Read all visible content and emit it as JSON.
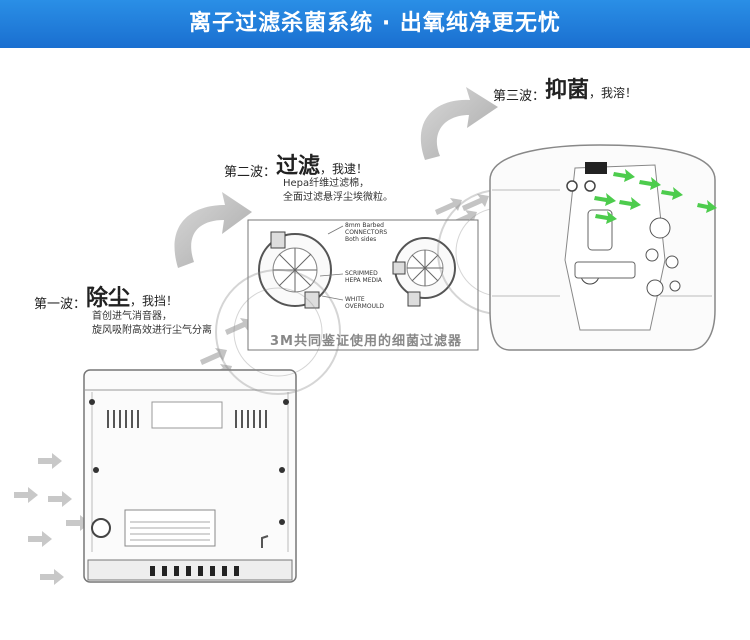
{
  "banner": {
    "title": "离子过滤杀菌系统 · 出氧纯净更无忧"
  },
  "waves": [
    {
      "label": "第一波：",
      "action": "除尘",
      "tail": "，我挡！",
      "desc": [
        "首创进气消音器，",
        "旋风吸附高效进行尘气分离"
      ]
    },
    {
      "label": "第二波：",
      "action": "过滤",
      "tail": "，我逮！",
      "desc": [
        "Hepa纤维过滤棉，",
        "全面过滤悬浮尘埃微粒。"
      ]
    },
    {
      "label": "第三波：",
      "action": "抑菌",
      "tail": "，我溶！",
      "desc": []
    }
  ],
  "filter_panel": {
    "caption": "3M共同鉴证使用的细菌过滤器",
    "callouts": [
      "8mm Barbed",
      "CONNECTORS",
      "Both sides",
      "SCRIMMED",
      "HEPA MEDIA",
      "WHITE",
      "OVERMOULD"
    ]
  },
  "colors": {
    "banner": "#1f7fe0",
    "arrow_gray": "#bfbfbf",
    "arrow_green": "#4dcc4d"
  }
}
